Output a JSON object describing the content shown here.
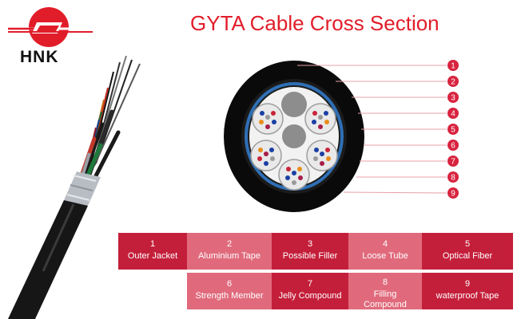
{
  "brand": {
    "name": "HNK"
  },
  "title": "GYTA Cable Cross Section",
  "callouts": [
    "1",
    "2",
    "3",
    "4",
    "5",
    "6",
    "7",
    "8",
    "9"
  ],
  "legend": [
    {
      "num": "1",
      "label": "Outer Jacket"
    },
    {
      "num": "2",
      "label": "Aluminium Tape"
    },
    {
      "num": "3",
      "label": "Possible Filler"
    },
    {
      "num": "4",
      "label": "Loose Tube"
    },
    {
      "num": "5",
      "label": "Optical Fiber"
    },
    {
      "num": "6",
      "label": "Strength Member"
    },
    {
      "num": "7",
      "label": "Jelly Compound"
    },
    {
      "num": "8",
      "label": "Filling Compound"
    },
    {
      "num": "9",
      "label": "waterproof Tape"
    }
  ],
  "colors": {
    "title": "#e11d2a",
    "brand_red": "#e11d2a",
    "table_dark": "#c41f3a",
    "table_light": "#e06a7c",
    "callout": "#d8243f"
  }
}
